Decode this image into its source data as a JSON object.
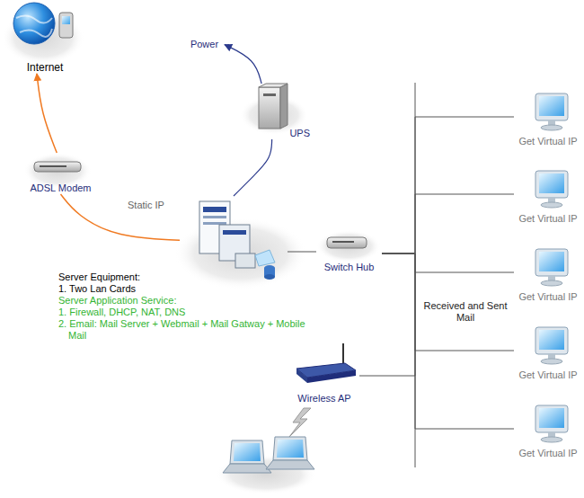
{
  "diagram": {
    "nodes": [
      {
        "text": [
          "Internet"
        ]
      },
      {
        "text": [
          "Power"
        ]
      },
      {
        "text": [
          "UPS"
        ]
      },
      {
        "text": [
          "ADSL Modem"
        ]
      },
      {
        "text": [
          "Server Equipment:",
          "1. Two Lan Cards",
          "Server Application Service:",
          "1. Firewall, DHCP, NAT, DNS",
          "2. Email: Mail Server + Webmail + Mail Gatway + Mobile Mail"
        ]
      },
      {
        "text": [
          "Switch Hub"
        ]
      },
      {
        "text": [
          "Get Virtual IP"
        ]
      },
      {
        "text": [
          "Get Virtual IP"
        ]
      },
      {
        "text": [
          "Get Virtual IP"
        ]
      },
      {
        "text": [
          "Get Virtual IP"
        ]
      },
      {
        "text": [
          "Get Virtual IP"
        ]
      },
      {
        "text": [
          "Wireless AP"
        ]
      }
    ],
    "edges": [
      {
        "from": 3,
        "to": 0,
        "arrow": "to"
      },
      {
        "from": 4,
        "to": 3,
        "label": "Static IP",
        "arrow": "none"
      },
      {
        "from": 4,
        "to": 2,
        "arrow": "none"
      },
      {
        "from": 2,
        "to": 1,
        "arrow": "to"
      },
      {
        "from": 4,
        "to": 5,
        "arrow": "none"
      },
      {
        "from": 5,
        "to": 6,
        "arrow": "none"
      },
      {
        "from": 5,
        "to": 7,
        "arrow": "none"
      },
      {
        "from": 5,
        "to": 8,
        "arrow": "none"
      },
      {
        "from": 5,
        "to": 9,
        "arrow": "none"
      },
      {
        "from": 5,
        "to": 10,
        "arrow": "none"
      },
      {
        "from": 5,
        "to": 11,
        "arrow": "none"
      }
    ],
    "labels": [
      "Received and Sent Mail"
    ]
  }
}
